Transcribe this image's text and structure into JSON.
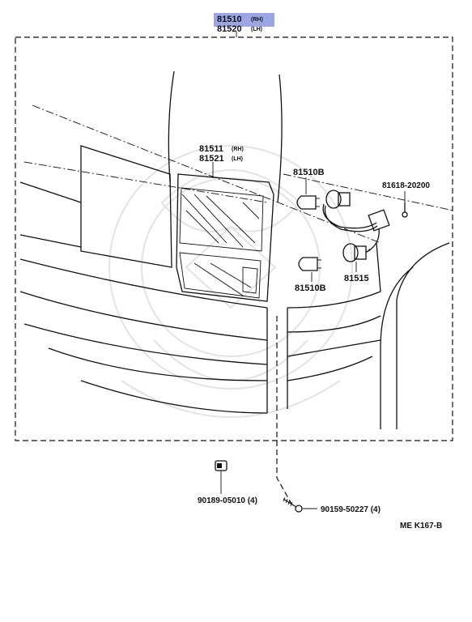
{
  "header_part": {
    "number_rh": "81510",
    "tag_rh": "(RH)",
    "number_lh": "81520",
    "tag_lh": "(LH)",
    "highlight_color": "#9aa6e6"
  },
  "parts": {
    "lens": {
      "number_rh": "81511",
      "tag_rh": "(RH)",
      "number_lh": "81521",
      "tag_lh": "(LH)"
    },
    "bulb_upper": "81510B",
    "bulb_lower": "81510B",
    "connector": "81515",
    "screw_top": "81618-20200",
    "nut": "90189-05010 (4)",
    "screw_bottom": "90159-50227 (4)"
  },
  "diagram_code": "ME  K167-B"
}
